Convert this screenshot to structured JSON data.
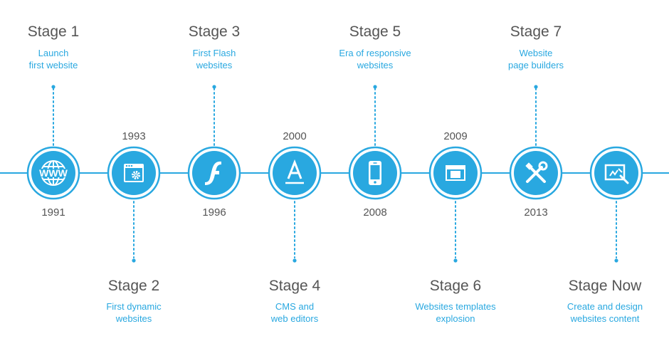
{
  "colors": {
    "accent": "#29a8e0",
    "ring": "#29a8e0",
    "text": "#555555",
    "description": "#29a8e0"
  },
  "stages": [
    {
      "title": "Stage 1",
      "desc": [
        "Launch",
        "first website"
      ],
      "year": "1991",
      "icon": "www-globe-icon"
    },
    {
      "title": "Stage 2",
      "desc": [
        "First dynamic",
        "websites"
      ],
      "year": "1993",
      "icon": "browser-gear-icon"
    },
    {
      "title": "Stage 3",
      "desc": [
        "First Flash",
        "websites"
      ],
      "year": "1996",
      "icon": "flash-icon"
    },
    {
      "title": "Stage 4",
      "desc": [
        "CMS and",
        "web editors"
      ],
      "year": "2000",
      "icon": "font-a-icon"
    },
    {
      "title": "Stage 5",
      "desc": [
        "Era of responsive",
        "websites"
      ],
      "year": "2008",
      "icon": "smartphone-icon"
    },
    {
      "title": "Stage 6",
      "desc": [
        "Websites templates",
        "explosion"
      ],
      "year": "2009",
      "icon": "template-layout-icon"
    },
    {
      "title": "Stage 7",
      "desc": [
        "Website",
        "page builders"
      ],
      "year": "2013",
      "icon": "tools-icon"
    },
    {
      "title": "Stage Now",
      "desc": [
        "Create and design",
        "websites content"
      ],
      "year": "",
      "icon": "design-canvas-icon"
    }
  ]
}
